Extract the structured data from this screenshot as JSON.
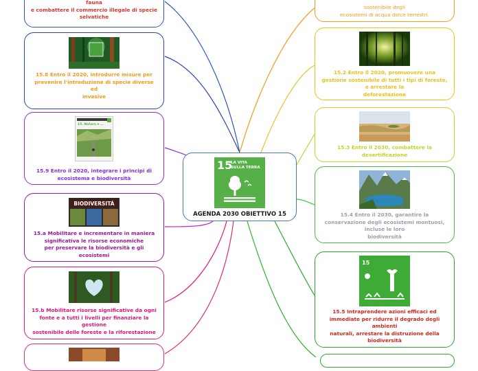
{
  "center": {
    "title": "AGENDA 2030 OBIETTIVO 15",
    "logo_number": "15",
    "logo_label": "LA VITA\nSULLA TERRA"
  },
  "left_nodes": [
    {
      "id": "15.7",
      "text": "fauna\ne combattere il commercio illegale di specie\nselvatiche",
      "color": "#e0322a"
    },
    {
      "id": "15.8",
      "text": "15.8  Entro il 2020, introdurre misure per\nprevenire l'introduzione  di  specie diverse\ned\ninvasive",
      "color": "#f39a1a"
    },
    {
      "id": "15.9",
      "text": "15.9  Entro il 2020, integrare i principi di\necosistema e biodiversità",
      "color": "#8a2be2"
    },
    {
      "id": "15.a",
      "text": "15.a  Mobilitare e incrementare in maniera\nsignificativa le risorse economiche\nper preservare  la biodiversità e gli\necosistemi",
      "color": "#a0149a"
    },
    {
      "id": "15.b",
      "text": "15.b  Mobilitare risorse significative da ogni\nfonte e a tutti i livelli per finanziare la\ngestione\nsostenibile  delle  foreste e la riforestazione",
      "color": "#e0147d"
    }
  ],
  "right_nodes": [
    {
      "id": "15.1",
      "text": "sostenibile degli\necosistemi di acqua dolce terrestri.",
      "color": "#f39a1a"
    },
    {
      "id": "15.2",
      "text": "15.2  Entro il 2020, promuovere una\ngestione sostenibile di tutti i tipi di foreste,\ne arrestare la\ndeforestazione",
      "color": "#e8c21a"
    },
    {
      "id": "15.3",
      "text": "15.3  Entro il 2030, combattere la\ndesertificazione",
      "color": "#c3d32a"
    },
    {
      "id": "15.4",
      "text": "15.4  Entro  il  2030,  garantire  la\nconservazione  degli  ecosistemi  montuosi,\nincluse  le  loro\nbiodiversità",
      "color": "#9aa0a8"
    },
    {
      "id": "15.5",
      "text": "15.5  Intraprendere  azioni  efficaci ed\nimmediate  per  ridurre  il degrado  degli\nambienti\nnaturali,  arrestare  la  distruzione della\nbiodiversità",
      "color": "#d0261d"
    }
  ],
  "images": {
    "n158": "rainforest-sdg15-photo",
    "n159": "mountain-road-document-thumbnail",
    "n15a": "biodiversita-banner",
    "n15b": "heart-shaped-canopy-photo",
    "n152": "sunlit-forest-photo",
    "n153": "desert-savanna-photo",
    "n154": "mountain-lake-photo",
    "n155": "sdg15-life-on-land-icon",
    "n15c": "bottom-thumbnail"
  },
  "doc_thumb_caption": "15. Natura e ..."
}
